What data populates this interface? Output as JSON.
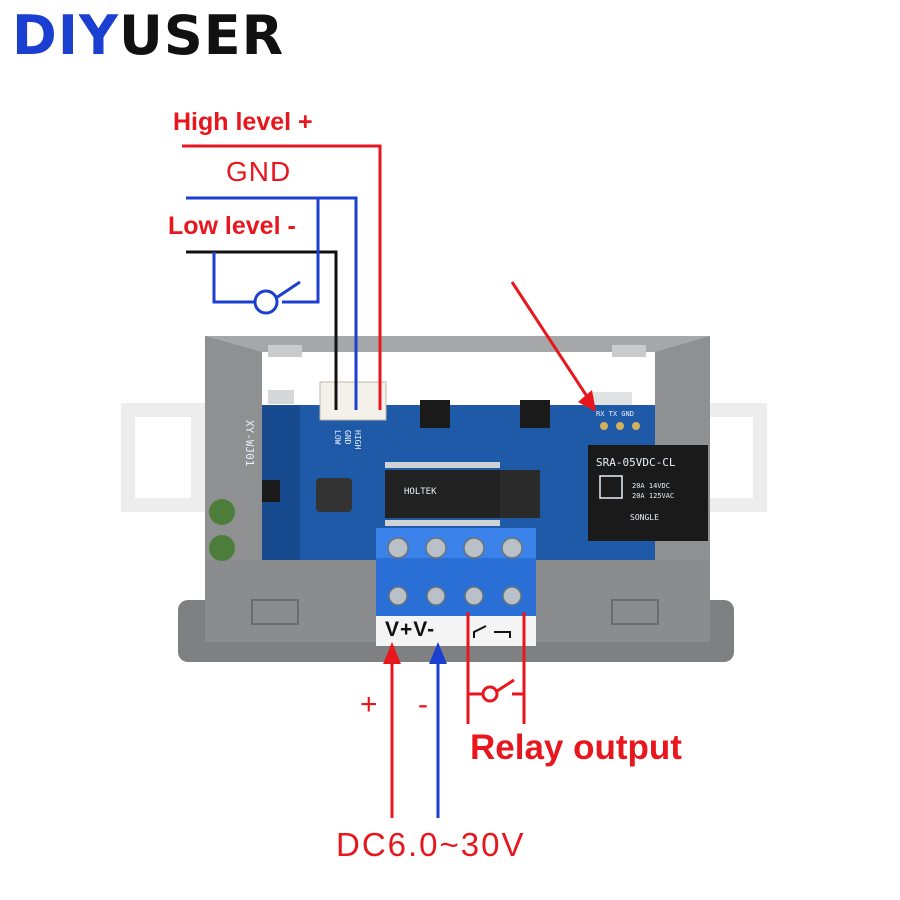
{
  "brand": {
    "part1": "DIY",
    "part2": "USER"
  },
  "labels": {
    "high_level": "High level +",
    "gnd": "GND",
    "low_level": "Low level -",
    "plus": "+",
    "minus": "-",
    "relay_output": "Relay output",
    "dc_range": "DC6.0~30V"
  },
  "board": {
    "terminal_legend": "V+V-",
    "model": "XY-WJ01",
    "pin_high": "HIGH",
    "pin_gnd": "GND",
    "pin_low": "LOW",
    "relay_model": "SRA-05VDC-CL",
    "relay_rating_1": "20A 14VDC",
    "relay_rating_2": "20A 125VAC",
    "relay_brand": "SONGLE",
    "header_pins": "RX TX GND",
    "chip_label": "HOLTEK"
  },
  "colors": {
    "red_wire": "#e8171d",
    "blue_wire": "#1b3fd0",
    "black_wire": "#111111",
    "pcb": "#1e5aa8",
    "case": "#8a8c8e",
    "terminal": "#2a6fd6"
  }
}
